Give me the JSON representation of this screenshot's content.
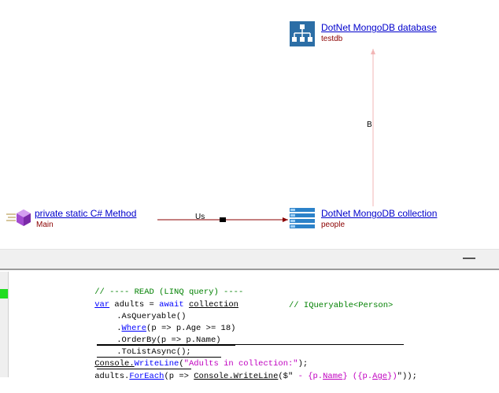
{
  "diagram": {
    "nodes": {
      "database": {
        "title": "DotNet MongoDB database",
        "subtitle": "testdb",
        "icon": "database-hierarchy-icon"
      },
      "method": {
        "title": " private static C# Method",
        "subtitle": "Main",
        "icon": "method-cube-icon"
      },
      "collection": {
        "title": "DotNet MongoDB collection",
        "subtitle": "people",
        "icon": "collection-list-icon"
      }
    },
    "edges": {
      "uses_label": "Us",
      "belongs_label": "B"
    },
    "colors": {
      "link": "#0000cc",
      "subtitle": "#8b0000",
      "edge_uses": "#8b0000",
      "edge_belongs": "#f2b6b6"
    }
  },
  "code": {
    "lines": {
      "l1": {
        "comment": "// ---- READ (LINQ query) ----"
      },
      "l2": {
        "kw1": "var",
        "rest1": " adults = ",
        "kw2": "await",
        "rest2": " ",
        "target": "collection"
      },
      "l3": {
        "method": ".AsQueryable()",
        "comment": "// IQueryable<Person>"
      },
      "l4": {
        "dot": ".",
        "method": "Where",
        "rest": "(p => p.Age >= 18)"
      },
      "l5": {
        "method": ".OrderBy(p => p.Name)"
      },
      "l6": {
        "method": ".ToListAsync();"
      },
      "l7": {
        "a": "Console.",
        "b": "WriteLine",
        "c": "(",
        "str": "\"Adults in collection:\"",
        "d": ");"
      },
      "l8": {
        "a": "adults.",
        "b": "ForEach",
        "c": "(p => ",
        "d": "Console.WriteLine",
        "e": "($\"",
        "s1": " - ",
        "i1": "{p.",
        "i2": "Name",
        "i3": "}",
        "s2": " (",
        "i4": "{p.",
        "i5": "Age",
        "i6": "}",
        "s3": ")",
        "f": "\"));"
      }
    }
  }
}
